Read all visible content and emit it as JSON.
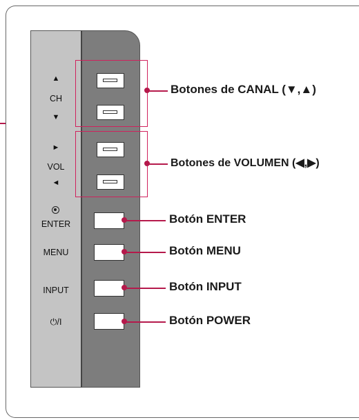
{
  "panel_labels": {
    "ch_up": "▲",
    "ch": "CH",
    "ch_down": "▼",
    "vol_right": "►",
    "vol": "VOL",
    "vol_left": "◄",
    "enter": "ENTER",
    "menu": "MENU",
    "input": "INPUT",
    "power": "⏻/I"
  },
  "callouts": {
    "canal": "Botones de CANAL (▼,▲)",
    "volumen": "Botones de VOLUMEN (◀,▶)",
    "enter": "Botón ENTER",
    "menu": "Botón MENU",
    "input": "Botón INPUT",
    "power": "Botón POWER"
  },
  "colors": {
    "accent": "#b5194b",
    "box": "#d0215c",
    "panel_light": "#c4c4c4",
    "panel_dark": "#7d7d7d"
  }
}
